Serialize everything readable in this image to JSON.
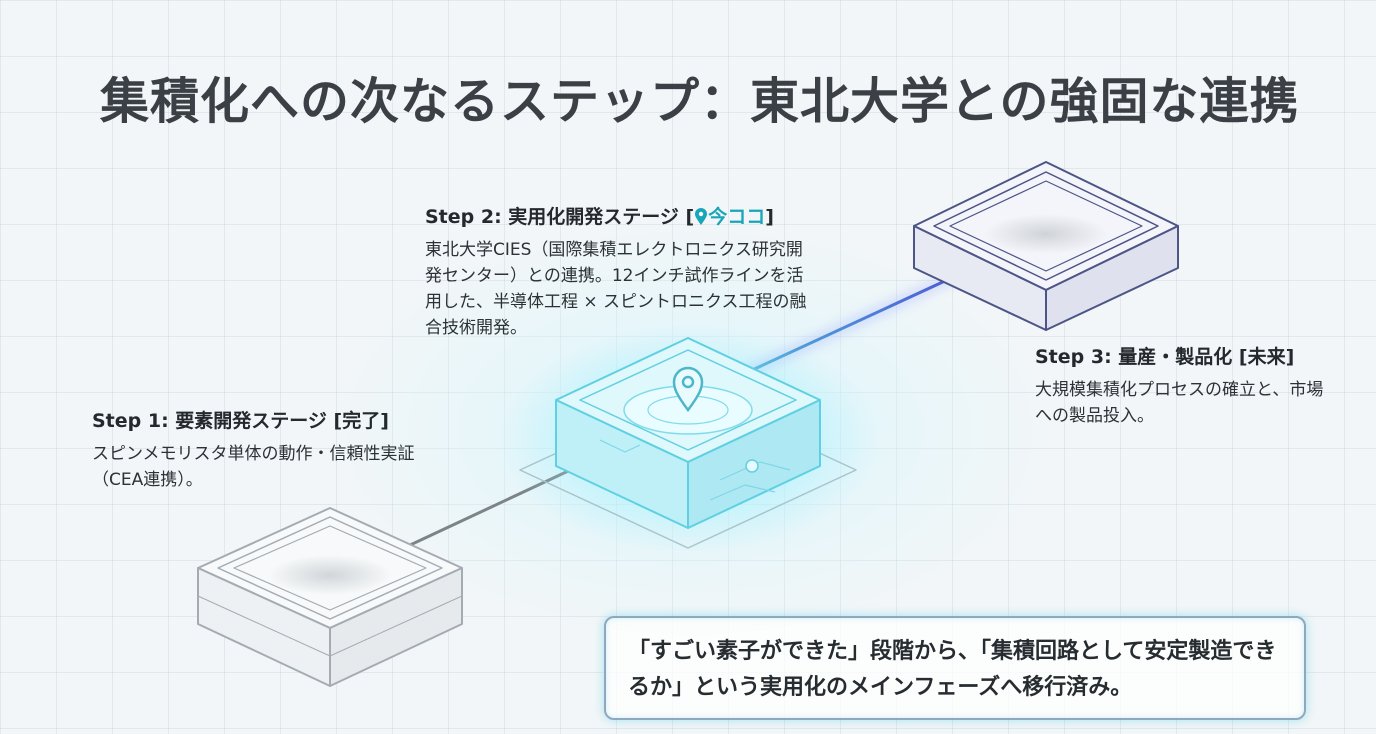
{
  "title": "集積化への次なるステップ：東北大学との強固な連携",
  "steps": [
    {
      "heading": "Step 1: 要素開発ステージ [完了]",
      "description": "スピンメモリスタ単体の動作・信頼性実証（CEA連携）。"
    },
    {
      "heading_prefix": "Step 2: 実用化開発ステージ [",
      "here_label": "今ココ",
      "heading_suffix": "]",
      "description": "東北大学CIES（国際集積エレクトロニクス研究開発センター）との連携。12インチ試作ラインを活用した、半導体工程 × スピントロニクス工程の融合技術開発。"
    },
    {
      "heading": "Step 3: 量産・製品化 [未来]",
      "description": "大規模集積化プロセスの確立と、市場への製品投入。"
    }
  ],
  "callout": {
    "text": "「すごい素子ができた」段階から、「集積回路として安定製造できるか」という実用化のメインフェーズへ移行済み。"
  },
  "colors": {
    "accent": "#19a6b8",
    "glow": "#7fe3f2",
    "line_future": "#5b5fe0",
    "block_outline": "#9aa3ab",
    "block_future": "#4d5586"
  },
  "icons": [
    "location-pin-icon"
  ]
}
